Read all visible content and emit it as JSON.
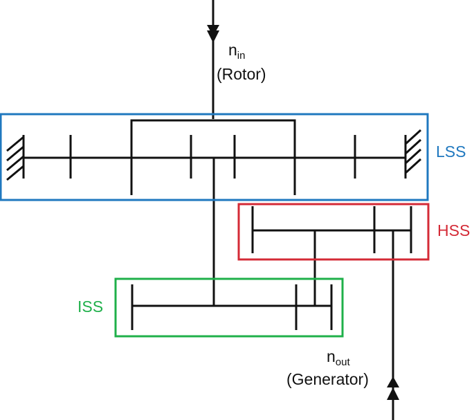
{
  "labels": {
    "input_n": "n",
    "input_sub": "in",
    "input_desc": "(Rotor)",
    "output_n": "n",
    "output_sub": "out",
    "output_desc": "(Generator)"
  },
  "stages": [
    {
      "id": "lss",
      "label": "LSS",
      "color": "#1f78bf"
    },
    {
      "id": "hss",
      "label": "HSS",
      "color": "#d42a36"
    },
    {
      "id": "iss",
      "label": "ISS",
      "color": "#1fb04a"
    }
  ],
  "colors": {
    "line": "#111111"
  }
}
